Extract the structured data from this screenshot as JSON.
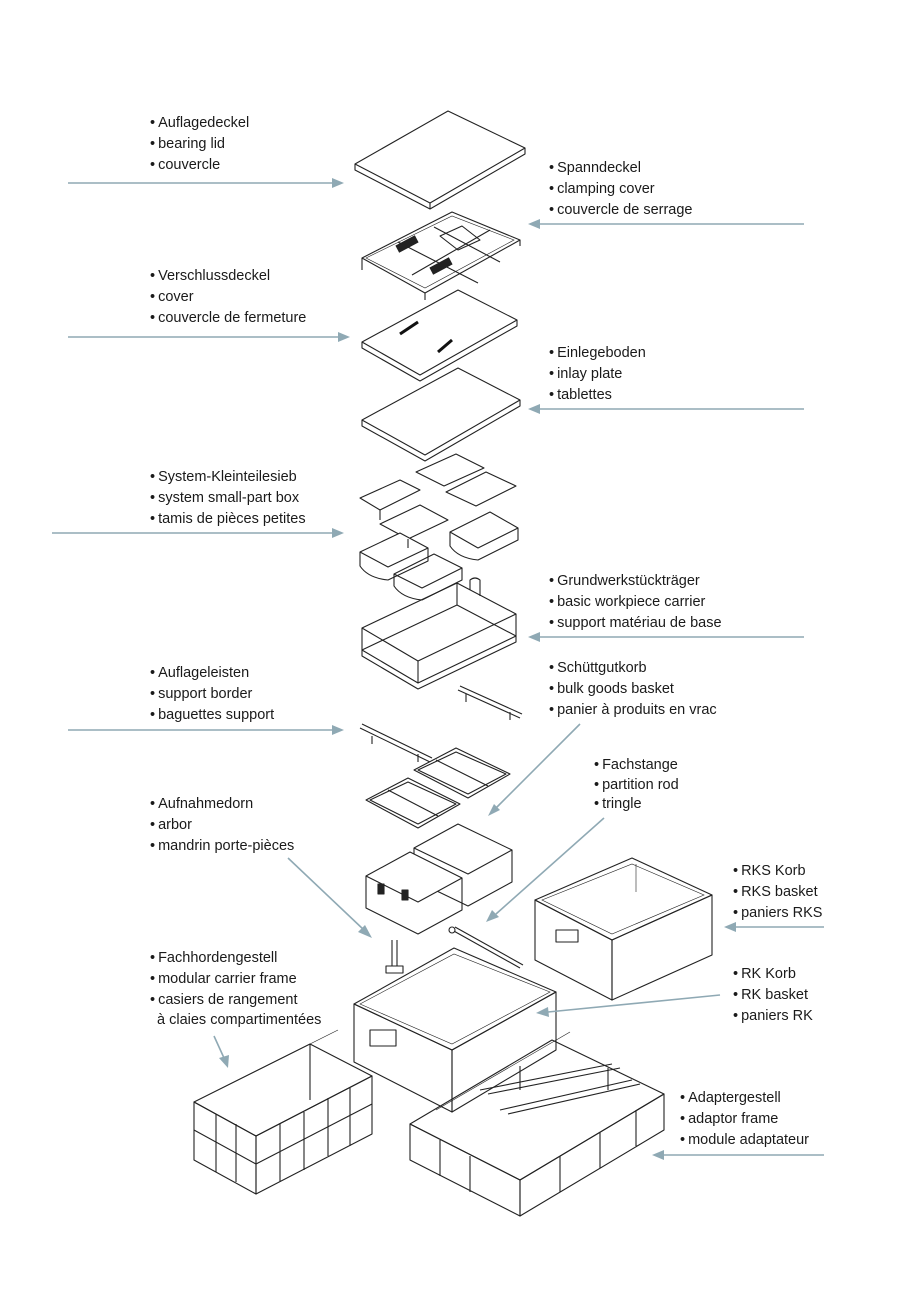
{
  "diagram": {
    "colors": {
      "arrow": "#8fa9b4",
      "line_art": "#222222",
      "text": "#1a1a1a",
      "background": "#ffffff"
    },
    "labels": [
      {
        "id": "bearing-lid",
        "lines": [
          "Auflagedeckel",
          "bearing lid",
          "couvercle"
        ]
      },
      {
        "id": "clamping-cover",
        "lines": [
          "Spanndeckel",
          "clamping cover",
          "couvercle de serrage"
        ]
      },
      {
        "id": "cover",
        "lines": [
          "Verschlussdeckel",
          "cover",
          "couvercle de fermeture"
        ]
      },
      {
        "id": "inlay-plate",
        "lines": [
          "Einlegeboden",
          "inlay plate",
          "tablettes"
        ]
      },
      {
        "id": "small-part-box",
        "lines": [
          "System-Kleinteilesieb",
          "system small-part box",
          "tamis de pièces petites"
        ]
      },
      {
        "id": "basic-workpiece-carrier",
        "lines": [
          "Grundwerkstückträger",
          "basic workpiece carrier",
          "support matériau de base"
        ]
      },
      {
        "id": "support-border",
        "lines": [
          "Auflageleisten",
          "support border",
          "baguettes support"
        ]
      },
      {
        "id": "bulk-goods-basket",
        "lines": [
          "Schüttgutkorb",
          "bulk goods basket",
          "panier à produits en vrac"
        ]
      },
      {
        "id": "partition-rod",
        "lines": [
          "Fachstange",
          "partition rod",
          "tringle"
        ]
      },
      {
        "id": "arbor",
        "lines": [
          "Aufnahmedorn",
          "arbor",
          "mandrin porte-pièces"
        ]
      },
      {
        "id": "rks-basket",
        "lines": [
          "RKS Korb",
          "RKS basket",
          "paniers RKS"
        ]
      },
      {
        "id": "modular-carrier-frame",
        "lines": [
          "Fachhordengestell",
          "modular carrier frame",
          "casiers de rangement",
          "à claies compartimentées"
        ]
      },
      {
        "id": "rk-basket",
        "lines": [
          "RK Korb",
          "RK basket",
          "paniers RK"
        ]
      },
      {
        "id": "adaptor-frame",
        "lines": [
          "Adaptergestell",
          "adaptor frame",
          "module adaptateur"
        ]
      }
    ]
  }
}
